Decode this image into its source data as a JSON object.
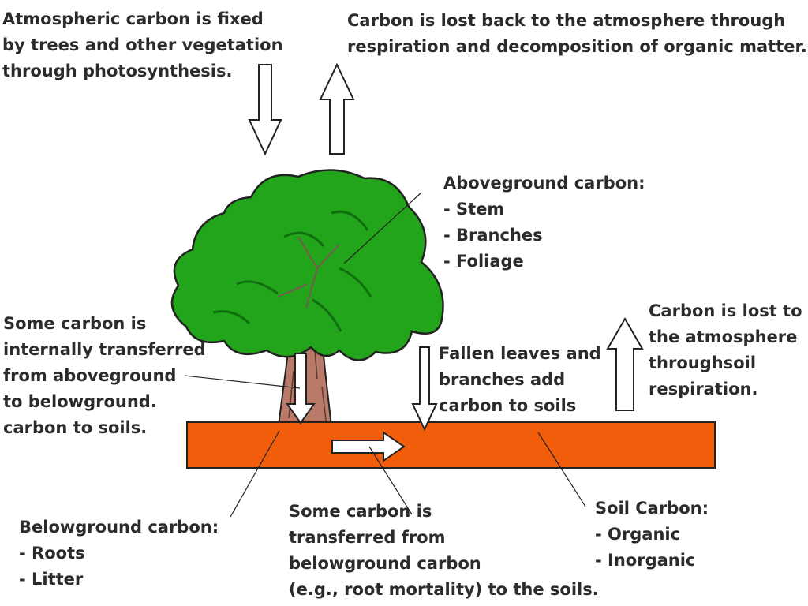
{
  "colors": {
    "foliage": "#22a51b",
    "foliage_dark": "#0f6e0d",
    "trunk": "#b97a6a",
    "soil": "#f25d0c",
    "outline": "#222222",
    "text": "#2b2b2b",
    "background": "#ffffff"
  },
  "labels": {
    "fixed": [
      "Atmospheric carbon is fixed",
      "by trees and other vegetation",
      "through photosynthesis."
    ],
    "lost_atmosphere": [
      "Carbon is lost back to the atmosphere through",
      "respiration and decomposition of organic matter."
    ],
    "aboveground": [
      "Aboveground carbon:",
      "- Stem",
      "- Branches",
      "- Foliage"
    ],
    "soil_respiration": [
      "Carbon is lost to",
      "the atmosphere",
      "throughsoil",
      "respiration."
    ],
    "internal_transfer": [
      "Some carbon is",
      "internally transferred",
      "from aboveground",
      "to belowground.",
      "carbon to soils."
    ],
    "fallen_leaves": [
      "Fallen leaves and",
      "branches add",
      "carbon to soils"
    ],
    "belowground": [
      "Belowground carbon:",
      "- Roots",
      "- Litter"
    ],
    "belowground_transfer": [
      "Some carbon is",
      "transferred from",
      "belowground carbon",
      "(e.g., root mortality) to the soils."
    ],
    "soil_carbon": [
      "Soil Carbon:",
      "- Organic",
      "- Inorganic"
    ]
  }
}
